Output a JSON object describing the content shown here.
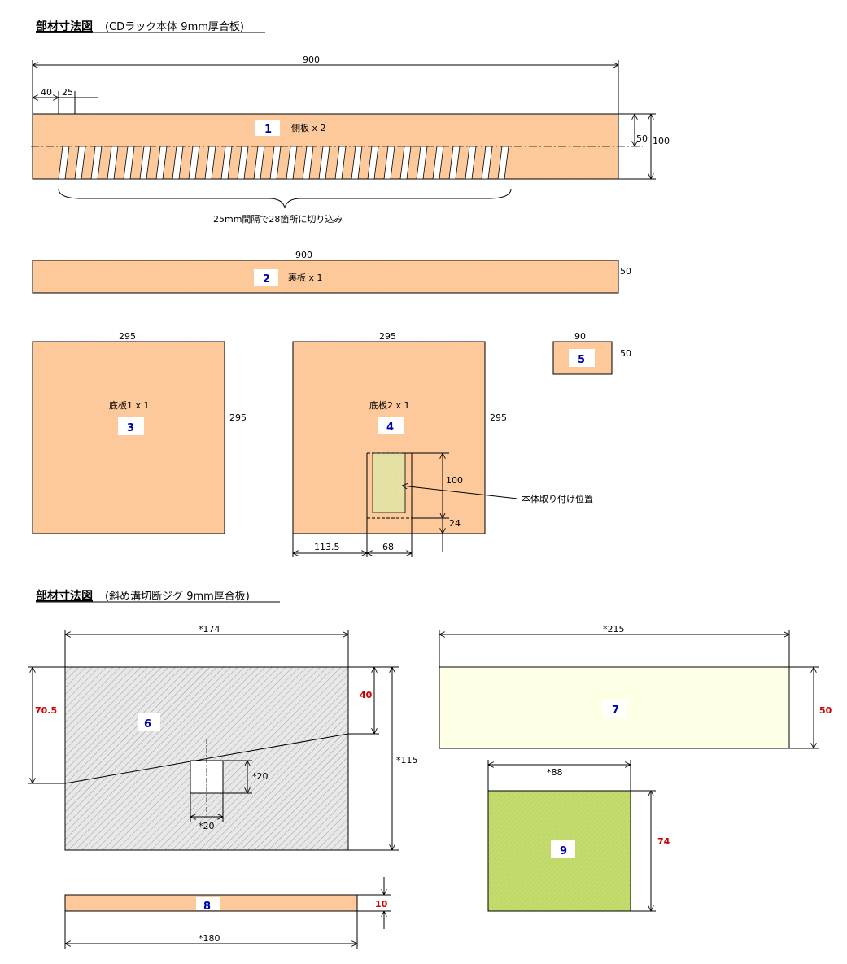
{
  "section1": {
    "title": "部材寸法図",
    "subtitle": "(CDラック本体 9mm厚合板)",
    "dims": {
      "overall": "900",
      "offset40": "40",
      "pitch25": "25",
      "h50": "50",
      "h100": "100",
      "p2_len": "900",
      "p2_h": "50",
      "p3_w": "295",
      "p3_h": "295",
      "p4_w": "295",
      "p4_h": "295",
      "p5_w": "90",
      "p5_h": "50",
      "mount_h": "100",
      "mount_off": "24",
      "mount_x": "113.5",
      "mount_w": "68"
    },
    "labels": {
      "p1": "側板 x 2",
      "slots": "25mm間隔で28箇所に切り込み",
      "p2": "裏板 x 1",
      "p3": "底板1 x 1",
      "p4": "底板2 x 1",
      "mount": "本体取り付け位置"
    },
    "part_numbers": [
      "1",
      "2",
      "3",
      "4",
      "5"
    ]
  },
  "section2": {
    "title": "部材寸法図",
    "subtitle": "(斜め溝切断ジグ 9mm厚合板)",
    "dims": {
      "p6_w": "*174",
      "p6_h": "*115",
      "p6_left": "70.5",
      "p6_right": "40",
      "slot_h": "*20",
      "slot_w": "*20",
      "p7_w": "*215",
      "p7_h": "50",
      "p8_w": "*180",
      "p8_h": "10",
      "p9_w": "*88",
      "p9_h": "74"
    },
    "part_numbers": [
      "6",
      "7",
      "8",
      "9"
    ]
  },
  "colors": {
    "board": "#fdc89a",
    "cream": "#ffffe6",
    "green": "#c4dc6e",
    "gray_hatch": "#e8e8e8",
    "part_number": "#0000aa",
    "red_dim": "#cc0000"
  }
}
